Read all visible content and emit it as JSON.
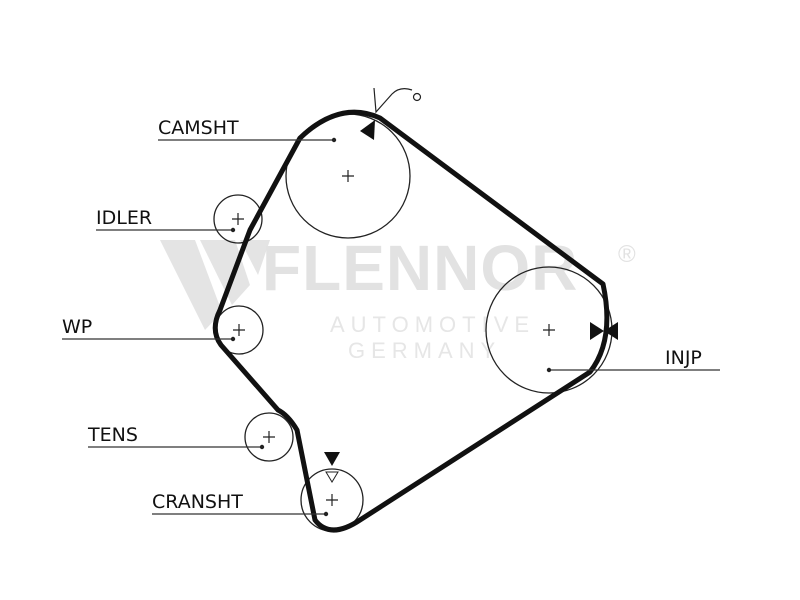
{
  "watermark": {
    "brand": "FLENNOR",
    "registered": "®",
    "line1": "AUTOMOTIVE",
    "line2": "GERMANY"
  },
  "labels": {
    "camshaft": "CAMSHT",
    "idler": "IDLER",
    "water_pump": "WP",
    "tensioner": "TENS",
    "crankshaft": "CRANSHT",
    "injection_pump": "INJP"
  },
  "colors": {
    "belt": "#111111",
    "pulley": "#222222",
    "watermark": "#e2e2e2"
  }
}
